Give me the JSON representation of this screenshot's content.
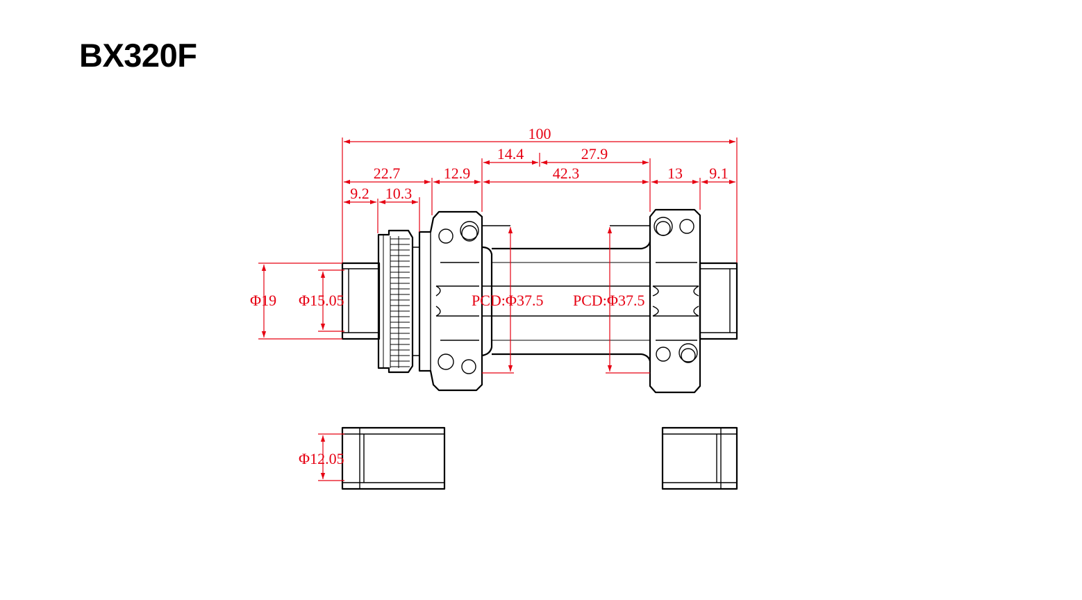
{
  "title": "BX320F",
  "colors": {
    "dimension": "#e60012",
    "outline": "#000000",
    "background": "#ffffff"
  },
  "dimensions": {
    "overall_width": "100",
    "flange_to_center_left": "14.4",
    "flange_to_center_right": "27.9",
    "left_end_to_flange": "22.7",
    "left_flange_width": "12.9",
    "flange_spacing": "42.3",
    "right_flange_width": "13",
    "right_end": "9.1",
    "left_end_cap": "9.2",
    "rotor_mount": "10.3",
    "axle_outer_dia": "Φ19",
    "axle_inner_dia": "Φ15.05",
    "pcd_left": "PCD:Φ37.5",
    "pcd_right": "PCD:Φ37.5",
    "end_cap_inner_dia": "Φ12.05"
  }
}
